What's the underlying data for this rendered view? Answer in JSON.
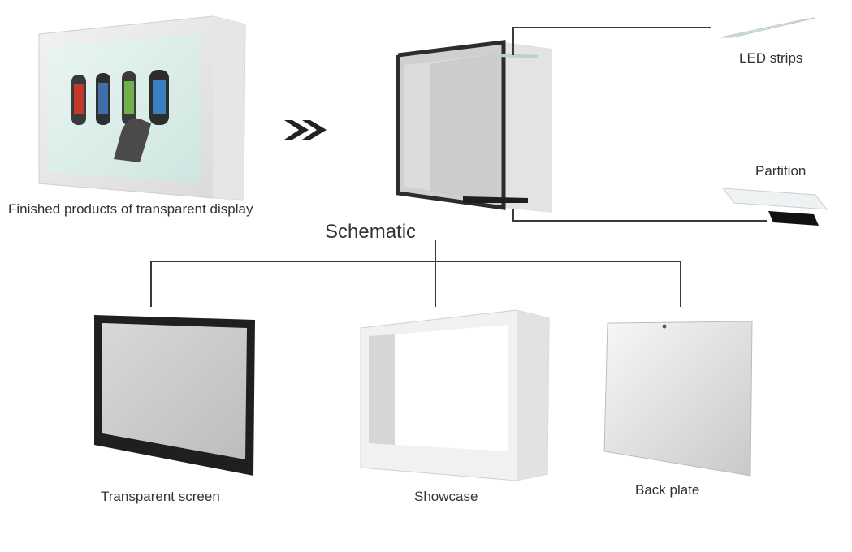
{
  "labels": {
    "finished": "Finished products of transparent display",
    "schematic": "Schematic",
    "led_strips": "LED strips",
    "partition": "Partition",
    "transparent_screen": "Transparent screen",
    "showcase": "Showcase",
    "back_plate": "Back plate"
  },
  "arrow_glyph": "double-chevron-right-icon"
}
